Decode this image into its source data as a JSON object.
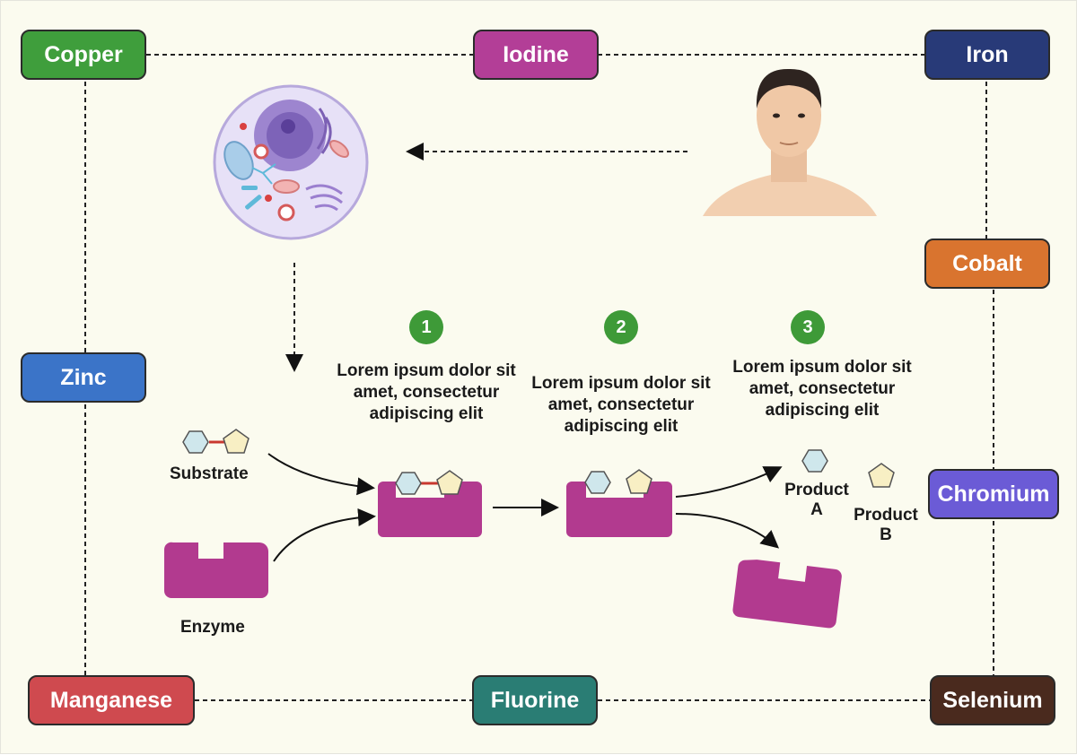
{
  "minerals": {
    "copper": {
      "label": "Copper",
      "color": "#3f9e3c"
    },
    "iodine": {
      "label": "Iodine",
      "color": "#b33e97"
    },
    "iron": {
      "label": "Iron",
      "color": "#283a78"
    },
    "cobalt": {
      "label": "Cobalt",
      "color": "#d9742f"
    },
    "zinc": {
      "label": "Zinc",
      "color": "#3b74c8"
    },
    "chromium": {
      "label": "Chromium",
      "color": "#6b5bd6"
    },
    "manganese": {
      "label": "Manganese",
      "color": "#cf4a4f"
    },
    "fluorine": {
      "label": "Fluorine",
      "color": "#2a7d74"
    },
    "selenium": {
      "label": "Selenium",
      "color": "#4a2a1e"
    }
  },
  "steps": [
    {
      "number": "1",
      "text": "Lorem ipsum dolor sit amet, consectetur adipiscing elit"
    },
    {
      "number": "2",
      "text": "Lorem ipsum dolor sit amet, consectetur adipiscing elit"
    },
    {
      "number": "3",
      "text": "Lorem ipsum dolor sit amet, consectetur adipiscing elit"
    }
  ],
  "labels": {
    "substrate": "Substrate",
    "enzyme": "Enzyme",
    "product_a_line1": "Product",
    "product_a_line2": "A",
    "product_b_line1": "Product",
    "product_b_line2": "B"
  },
  "colors": {
    "enzyme": "#b23a8f",
    "hexagon": "#cfe7ec",
    "pentagon": "#f8efc4",
    "step_badge": "#3e9a38"
  },
  "icons": [
    "cell-icon",
    "human-head-icon",
    "enzyme-icon",
    "hexagon-molecule-icon",
    "pentagon-molecule-icon"
  ]
}
